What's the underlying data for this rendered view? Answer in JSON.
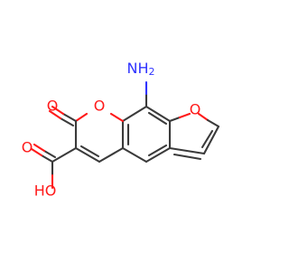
{
  "molecule": {
    "atoms": {
      "amino_label": "NH",
      "amino_subscript": "2",
      "ring_oxygen_pyran": "O",
      "ring_oxygen_furan": "O",
      "carbonyl_oxygen": "O",
      "acid_oxygen_double": "O",
      "acid_hydroxyl": "HO"
    },
    "colors": {
      "bond": "#3a3a3a",
      "oxygen": "#ff1a1a",
      "nitrogen": "#2f33ff"
    }
  }
}
